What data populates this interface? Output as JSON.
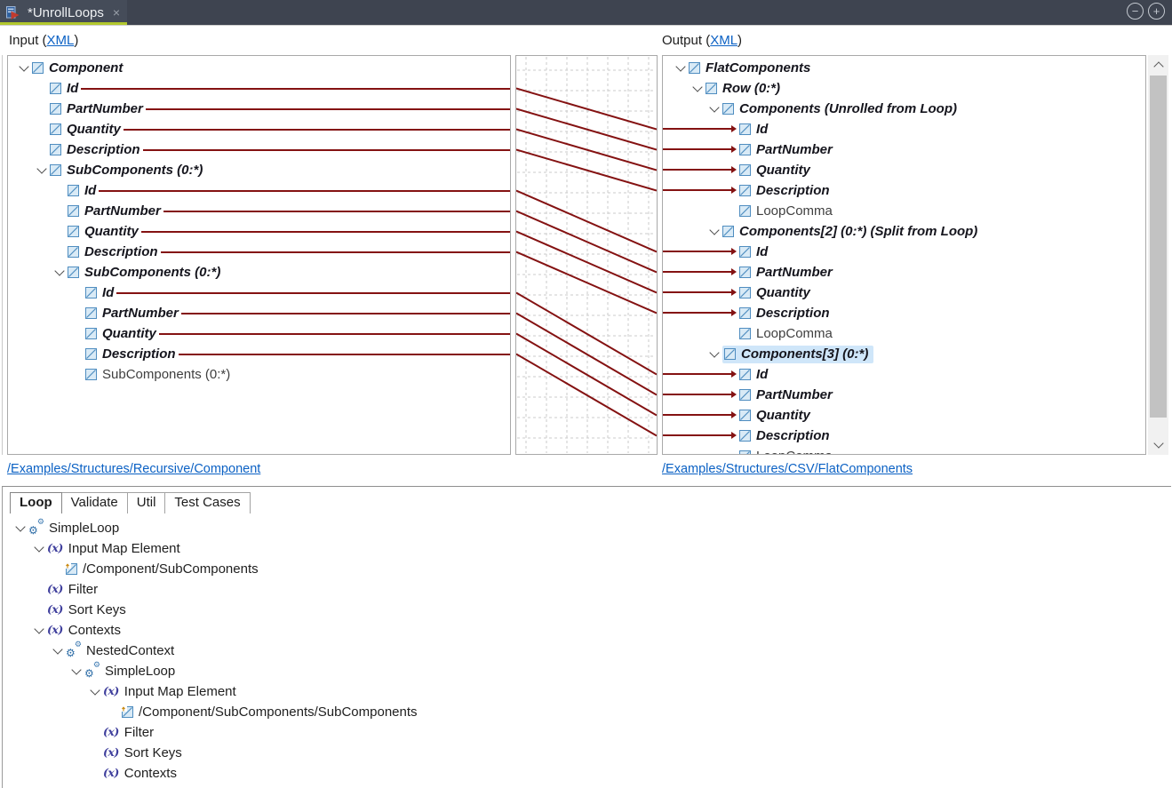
{
  "window": {
    "tab_title": "*UnrollLoops",
    "close_glyph": "×",
    "collapse_glyph": "−",
    "expand_glyph": "+"
  },
  "panes": {
    "input": {
      "header_prefix": "Input (",
      "header_link": "XML",
      "header_suffix": ")",
      "footer_link": "/Examples/Structures/Recursive/Component"
    },
    "output": {
      "header_prefix": "Output (",
      "header_link": "XML",
      "header_suffix": ")",
      "footer_link": "/Examples/Structures/CSV/FlatComponents"
    }
  },
  "input_tree": [
    {
      "label": "Component",
      "depth": 0,
      "chevron": true,
      "bold": true,
      "mapped": false
    },
    {
      "label": "Id",
      "depth": 1,
      "chevron": false,
      "bold": true,
      "mapped": true
    },
    {
      "label": "PartNumber",
      "depth": 1,
      "chevron": false,
      "bold": true,
      "mapped": true
    },
    {
      "label": "Quantity",
      "depth": 1,
      "chevron": false,
      "bold": true,
      "mapped": true
    },
    {
      "label": "Description",
      "depth": 1,
      "chevron": false,
      "bold": true,
      "mapped": true
    },
    {
      "label": "SubComponents (0:*)",
      "depth": 1,
      "chevron": true,
      "bold": true,
      "mapped": false
    },
    {
      "label": "Id",
      "depth": 2,
      "chevron": false,
      "bold": true,
      "mapped": true
    },
    {
      "label": "PartNumber",
      "depth": 2,
      "chevron": false,
      "bold": true,
      "mapped": true
    },
    {
      "label": "Quantity",
      "depth": 2,
      "chevron": false,
      "bold": true,
      "mapped": true
    },
    {
      "label": "Description",
      "depth": 2,
      "chevron": false,
      "bold": true,
      "mapped": true
    },
    {
      "label": "SubComponents (0:*)",
      "depth": 2,
      "chevron": true,
      "bold": true,
      "mapped": false
    },
    {
      "label": "Id",
      "depth": 3,
      "chevron": false,
      "bold": true,
      "mapped": true
    },
    {
      "label": "PartNumber",
      "depth": 3,
      "chevron": false,
      "bold": true,
      "mapped": true
    },
    {
      "label": "Quantity",
      "depth": 3,
      "chevron": false,
      "bold": true,
      "mapped": true
    },
    {
      "label": "Description",
      "depth": 3,
      "chevron": false,
      "bold": true,
      "mapped": true
    },
    {
      "label": "SubComponents (0:*)",
      "depth": 3,
      "chevron": false,
      "bold": false,
      "mapped": false
    }
  ],
  "output_tree": [
    {
      "label": "FlatComponents",
      "depth": 0,
      "chevron": true,
      "bold": true,
      "mapped": false,
      "selected": false
    },
    {
      "label": "Row (0:*)",
      "depth": 1,
      "chevron": true,
      "bold": true,
      "mapped": false,
      "selected": false
    },
    {
      "label": "Components (Unrolled from Loop)",
      "depth": 2,
      "chevron": true,
      "bold": true,
      "mapped": false,
      "selected": false
    },
    {
      "label": "Id",
      "depth": 3,
      "chevron": false,
      "bold": true,
      "mapped": true,
      "selected": false
    },
    {
      "label": "PartNumber",
      "depth": 3,
      "chevron": false,
      "bold": true,
      "mapped": true,
      "selected": false
    },
    {
      "label": "Quantity",
      "depth": 3,
      "chevron": false,
      "bold": true,
      "mapped": true,
      "selected": false
    },
    {
      "label": "Description",
      "depth": 3,
      "chevron": false,
      "bold": true,
      "mapped": true,
      "selected": false
    },
    {
      "label": "LoopComma",
      "depth": 3,
      "chevron": false,
      "bold": false,
      "mapped": false,
      "selected": false
    },
    {
      "label": "Components[2] (0:*) (Split from Loop)",
      "depth": 2,
      "chevron": true,
      "bold": true,
      "mapped": false,
      "selected": false
    },
    {
      "label": "Id",
      "depth": 3,
      "chevron": false,
      "bold": true,
      "mapped": true,
      "selected": false
    },
    {
      "label": "PartNumber",
      "depth": 3,
      "chevron": false,
      "bold": true,
      "mapped": true,
      "selected": false
    },
    {
      "label": "Quantity",
      "depth": 3,
      "chevron": false,
      "bold": true,
      "mapped": true,
      "selected": false
    },
    {
      "label": "Description",
      "depth": 3,
      "chevron": false,
      "bold": true,
      "mapped": true,
      "selected": false
    },
    {
      "label": "LoopComma",
      "depth": 3,
      "chevron": false,
      "bold": false,
      "mapped": false,
      "selected": false
    },
    {
      "label": "Components[3] (0:*)",
      "depth": 2,
      "chevron": true,
      "bold": true,
      "mapped": false,
      "selected": true
    },
    {
      "label": "Id",
      "depth": 3,
      "chevron": false,
      "bold": true,
      "mapped": true,
      "selected": false
    },
    {
      "label": "PartNumber",
      "depth": 3,
      "chevron": false,
      "bold": true,
      "mapped": true,
      "selected": false
    },
    {
      "label": "Quantity",
      "depth": 3,
      "chevron": false,
      "bold": true,
      "mapped": true,
      "selected": false
    },
    {
      "label": "Description",
      "depth": 3,
      "chevron": false,
      "bold": true,
      "mapped": true,
      "selected": false
    },
    {
      "label": "LoopComma",
      "depth": 3,
      "chevron": false,
      "bold": false,
      "mapped": false,
      "selected": false
    }
  ],
  "mappings": [
    [
      1,
      3
    ],
    [
      2,
      4
    ],
    [
      3,
      5
    ],
    [
      4,
      6
    ],
    [
      6,
      9
    ],
    [
      7,
      10
    ],
    [
      8,
      11
    ],
    [
      9,
      12
    ],
    [
      11,
      15
    ],
    [
      12,
      16
    ],
    [
      13,
      17
    ],
    [
      14,
      18
    ]
  ],
  "bottom_panel": {
    "tabs": [
      {
        "label": "Loop",
        "active": true
      },
      {
        "label": "Validate",
        "active": false
      },
      {
        "label": "Util",
        "active": false
      },
      {
        "label": "Test Cases",
        "active": false
      }
    ],
    "tree": [
      {
        "label": "SimpleLoop",
        "depth": 0,
        "chevron": true,
        "icon": "gears"
      },
      {
        "label": "Input Map Element",
        "depth": 1,
        "chevron": true,
        "icon": "fx"
      },
      {
        "label": "/Component/SubComponents",
        "depth": 2,
        "chevron": false,
        "icon": "element-ref"
      },
      {
        "label": "Filter",
        "depth": 1,
        "chevron": false,
        "icon": "fx"
      },
      {
        "label": "Sort Keys",
        "depth": 1,
        "chevron": false,
        "icon": "fx"
      },
      {
        "label": "Contexts",
        "depth": 1,
        "chevron": true,
        "icon": "fx"
      },
      {
        "label": "NestedContext",
        "depth": 2,
        "chevron": true,
        "icon": "gears"
      },
      {
        "label": "SimpleLoop",
        "depth": 3,
        "chevron": true,
        "icon": "gears"
      },
      {
        "label": "Input Map Element",
        "depth": 4,
        "chevron": true,
        "icon": "fx"
      },
      {
        "label": "/Component/SubComponents/SubComponents",
        "depth": 5,
        "chevron": false,
        "icon": "element-ref"
      },
      {
        "label": "Filter",
        "depth": 4,
        "chevron": false,
        "icon": "fx"
      },
      {
        "label": "Sort Keys",
        "depth": 4,
        "chevron": false,
        "icon": "fx"
      },
      {
        "label": "Contexts",
        "depth": 4,
        "chevron": false,
        "icon": "fx"
      }
    ]
  },
  "colors": {
    "mapping_line": "#841212",
    "tab_accent": "#b2c82d",
    "selection_bg": "#cfe6f9",
    "link": "#0b61c4",
    "icon_border": "#4f8dc0",
    "icon_fill": "#d9eaf6",
    "titlebar_bg": "#3e4450"
  }
}
